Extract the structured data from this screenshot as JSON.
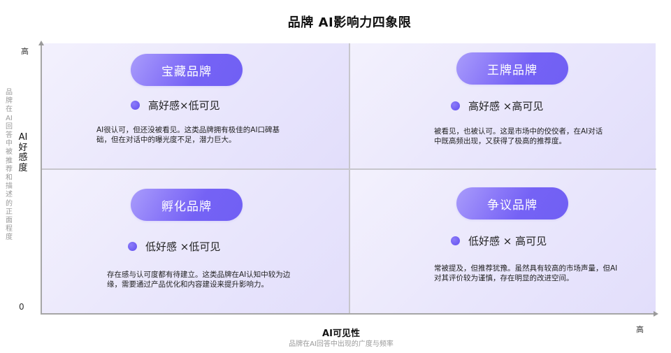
{
  "title": "品牌 AI影响力四象限",
  "y_axis": {
    "high_label": "高",
    "zero_label": "0",
    "title": "AI好感度",
    "subtitle": "品牌在AI回答中被推荐和描述的正面程度"
  },
  "x_axis": {
    "high_label": "高",
    "title": "AI可见性",
    "subtitle": "品牌在AI回答中出现的广度与频率"
  },
  "quadrants": {
    "top_left": {
      "name": "宝藏品牌",
      "tag": "高好感×低可见",
      "description_lines": [
        "AI很认可，但还没被看见。这类品牌拥有极佳的AI口碑基",
        "础，但在对话中的曝光度不足，潜力巨大。"
      ]
    },
    "top_right": {
      "name": "王牌品牌",
      "tag": "高好感 ×高可见",
      "description_lines": [
        "被看见，也被认可。这是市场中的佼佼者，在AI对话",
        "中既高频出现，又获得了极高的推荐度。"
      ]
    },
    "bottom_left": {
      "name": "孵化品牌",
      "tag": "低好感 ×低可见",
      "description_lines": [
        "存在感与认可度都有待建立。这类品牌在AI认知中较为边",
        "缘，需要通过产品优化和内容建设来提升影响力。"
      ]
    },
    "bottom_right": {
      "name": "争议品牌",
      "tag": "低好感 × 高可见",
      "description_lines": [
        "常被提及，但推荐犹豫。虽然具有较高的市场声量，但AI",
        "对其评价较为谨慎，存在明显的改进空间。"
      ]
    }
  },
  "colors": {
    "accent": "#7562f5",
    "accent_light": "#a99cfb",
    "quadrant_bg_start": "#f3f1fd",
    "quadrant_bg_end": "#e2defb",
    "axis": "#a6a6a6",
    "subtitle_gray": "#9a9a9a"
  }
}
